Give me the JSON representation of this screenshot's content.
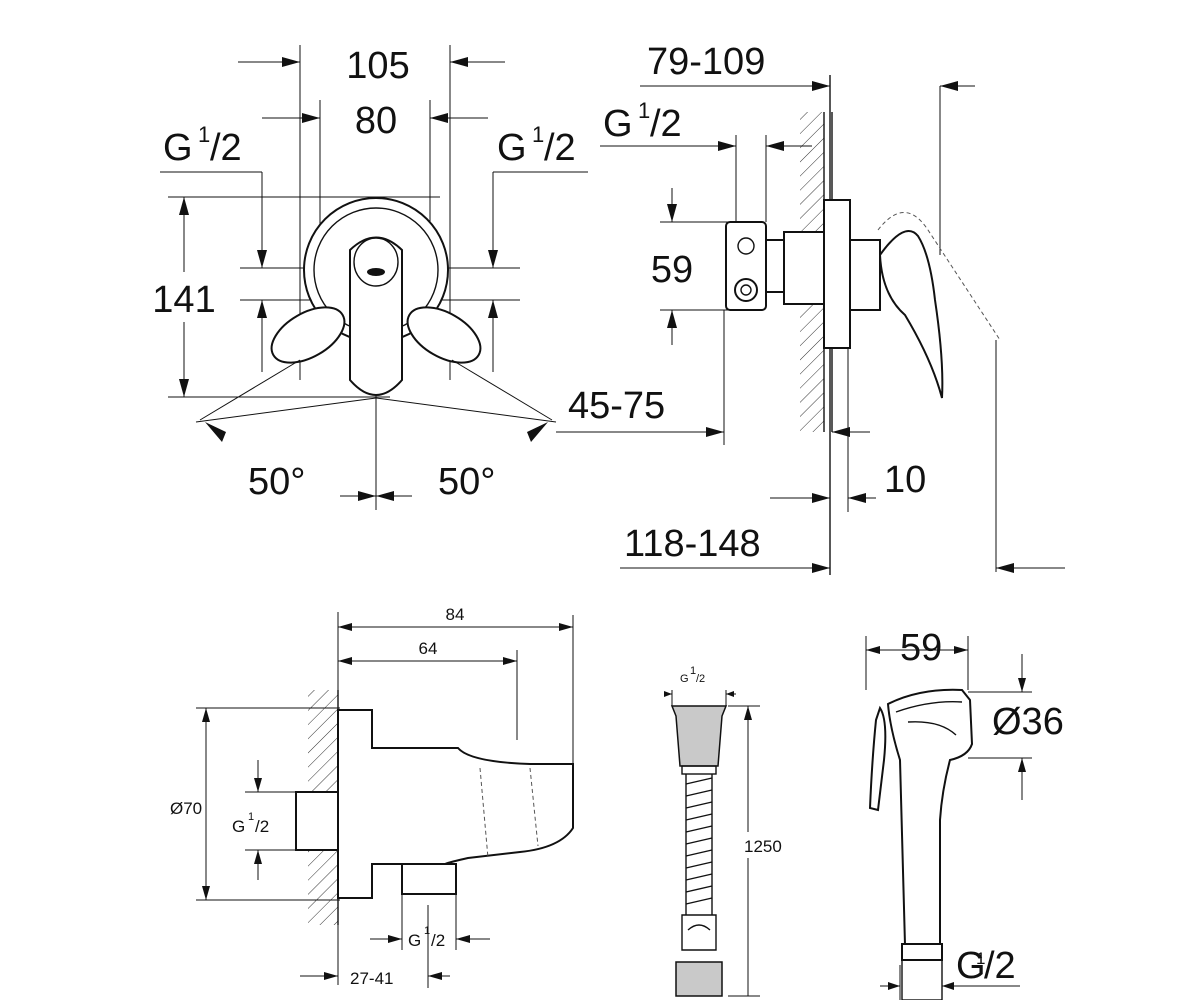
{
  "views": {
    "front": {
      "labels": {
        "width_outer": "105",
        "width_inner": "80",
        "thread_left_base": "G",
        "thread_left_num": "1",
        "thread_left_den": "/2",
        "thread_right_base": "G",
        "thread_right_num": "1",
        "thread_right_den": "/2",
        "height": "141",
        "angle_left": "50°",
        "angle_right": "50°"
      }
    },
    "side": {
      "labels": {
        "depth_range": "79-109",
        "thread_base": "G",
        "thread_num": "1",
        "thread_den": "/2",
        "height_59": "59",
        "install_depth": "45-75",
        "plate": "10",
        "total_depth": "118-148"
      }
    },
    "wall_outlet": {
      "labels": {
        "total": "84",
        "inner": "64",
        "diameter": "Ø70",
        "thread_left_base": "G",
        "thread_left_num": "1",
        "thread_left_den": "/2",
        "thread_bottom_base": "G",
        "thread_bottom_num": "1",
        "thread_bottom_den": "/2",
        "range": "27-41"
      }
    },
    "hose": {
      "labels": {
        "thread_base": "G",
        "thread_num": "1",
        "thread_den": "/2",
        "length": "1250"
      }
    },
    "hand_shower": {
      "labels": {
        "width": "59",
        "diameter": "Ø36",
        "thread_base": "G",
        "thread_num": "1",
        "thread_den": "/2"
      }
    }
  }
}
